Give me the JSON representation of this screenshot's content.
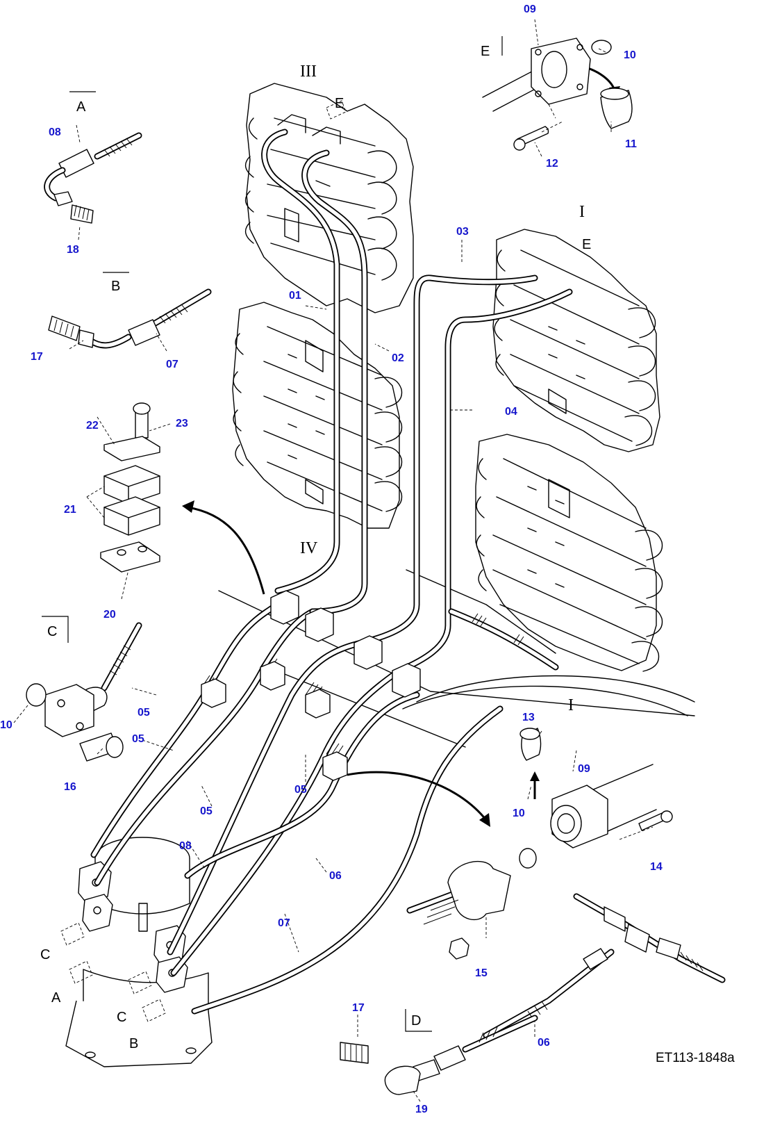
{
  "part_numbers": {
    "p01": "01",
    "p02": "02",
    "p03": "03",
    "p04": "04",
    "p05a": "05",
    "p05b": "05",
    "p05c": "05",
    "p05d": "05",
    "p06a": "06",
    "p06b": "06",
    "p07a": "07",
    "p07b": "07",
    "p08a": "08",
    "p08b": "08",
    "p09a": "09",
    "p09b": "09",
    "p10a": "10",
    "p10b": "10",
    "p10c": "10",
    "p11": "11",
    "p12": "12",
    "p13": "13",
    "p14": "14",
    "p15": "15",
    "p16": "16",
    "p17a": "17",
    "p17b": "17",
    "p18": "18",
    "p19": "19",
    "p20": "20",
    "p21": "21",
    "p22": "22",
    "p23": "23"
  },
  "view_labels": {
    "A_title": "A",
    "B_title": "B",
    "C_title": "C",
    "D_title": "D",
    "E_top": "E",
    "E_valve3": "E",
    "E_valve1": "E",
    "A_ref": "A",
    "B_ref": "B",
    "C_ref1": "C",
    "C_ref2": "C"
  },
  "roman_labels": {
    "III": "III",
    "I": "I",
    "IV": "IV",
    "II": "I"
  },
  "drawing_code": "ET113-1848a",
  "colors": {
    "callout": "#1515cc",
    "line": "#000000",
    "background": "#ffffff"
  }
}
